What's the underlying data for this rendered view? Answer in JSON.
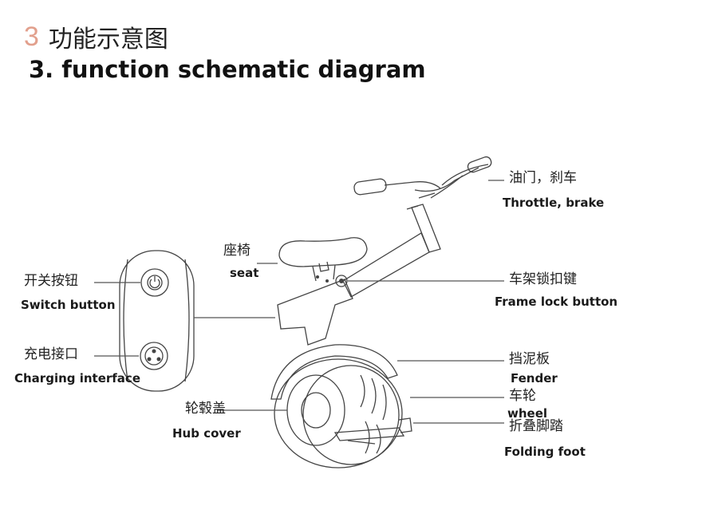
{
  "header": {
    "number": "3",
    "title_cn": "功能示意图",
    "title_en": "3. function schematic diagram"
  },
  "labels": {
    "throttle": {
      "cn": "油门，刹车",
      "en": "Throttle, brake"
    },
    "seat": {
      "cn": "座椅",
      "en": "seat"
    },
    "switch": {
      "cn": "开关按钮",
      "en": "Switch button"
    },
    "frame_lock": {
      "cn": "车架锁扣键",
      "en": "Frame lock button"
    },
    "charging": {
      "cn": "充电接口",
      "en": "Charging interface"
    },
    "fender": {
      "cn": "挡泥板",
      "en": "Fender"
    },
    "wheel": {
      "cn": "车轮",
      "en": "wheel"
    },
    "hub_cover": {
      "cn": "轮毂盖",
      "en": "Hub cover"
    },
    "folding_foot": {
      "cn": "折叠脚踏",
      "en": "Folding foot"
    }
  }
}
